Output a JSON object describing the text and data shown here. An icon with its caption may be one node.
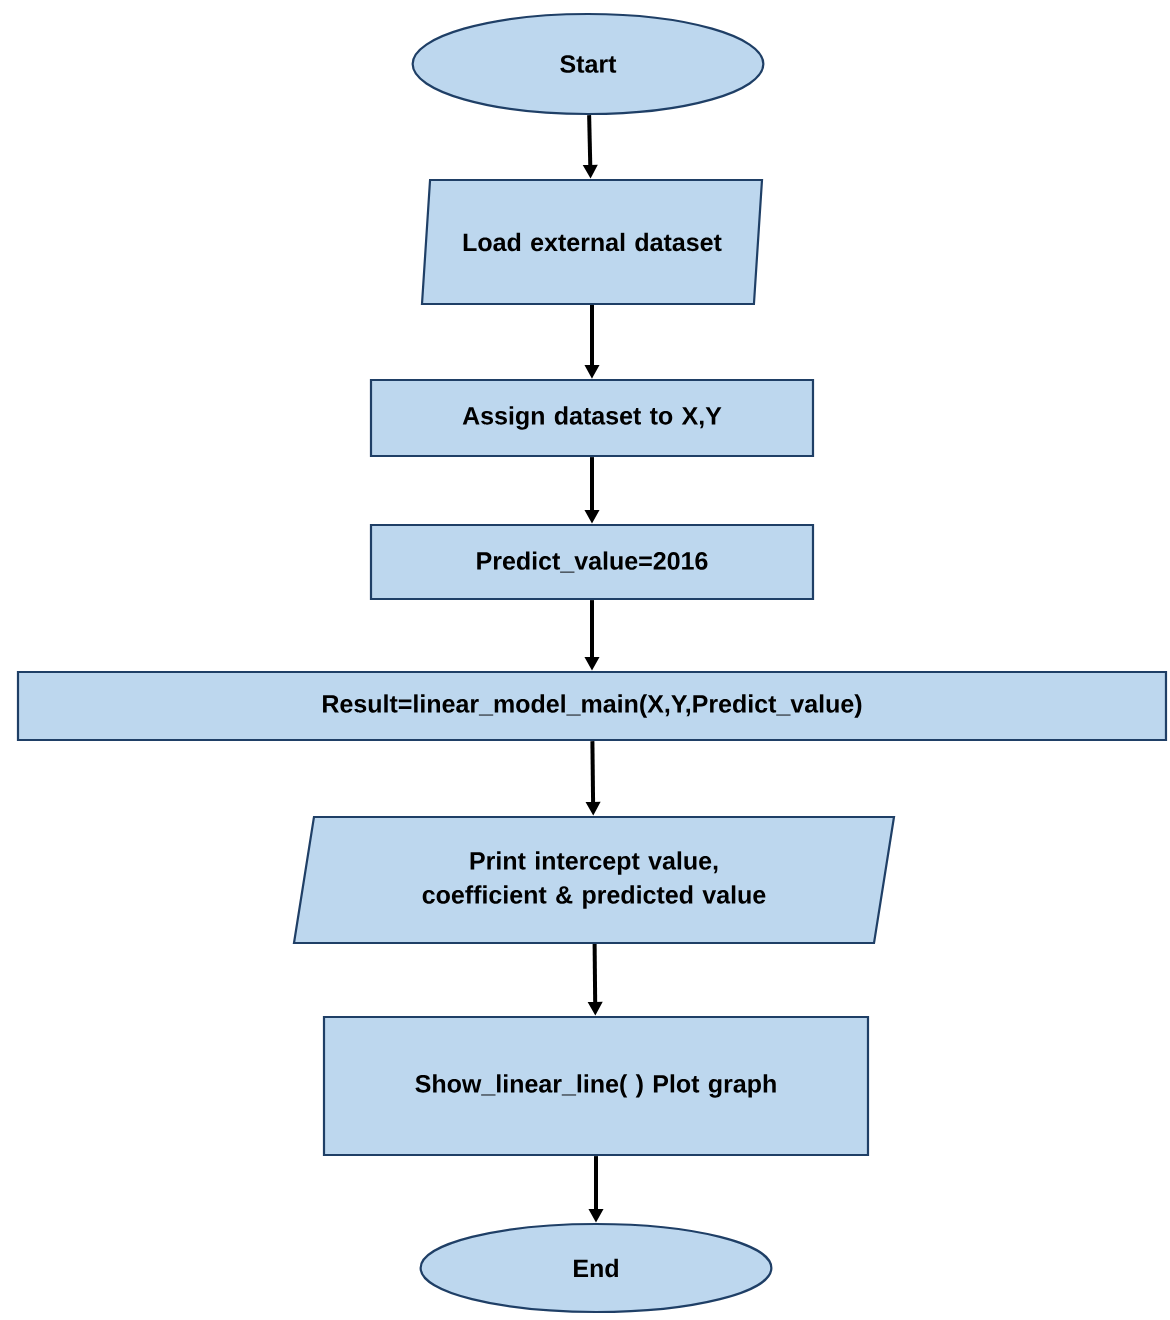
{
  "diagram": {
    "nodes": [
      {
        "text": [
          "Start"
        ]
      },
      {
        "text": [
          "Load external dataset"
        ]
      },
      {
        "text": [
          "Assign dataset to X,Y"
        ]
      },
      {
        "text": [
          "Predict_value=2016"
        ]
      },
      {
        "text": [
          "Result=linear_model_main(X,Y,Predict_value)"
        ]
      },
      {
        "text": [
          "Print intercept value, coefficient & predicted value"
        ]
      },
      {
        "text": [
          "Show_linear_line( ) Plot graph"
        ]
      },
      {
        "text": [
          "End"
        ]
      }
    ],
    "edges": [
      {
        "from": 0,
        "to": 1,
        "arrow": "to"
      },
      {
        "from": 1,
        "to": 2,
        "arrow": "to"
      },
      {
        "from": 2,
        "to": 3,
        "arrow": "to"
      },
      {
        "from": 3,
        "to": 4,
        "arrow": "to"
      },
      {
        "from": 4,
        "to": 5,
        "arrow": "to"
      },
      {
        "from": 5,
        "to": 6,
        "arrow": "to"
      },
      {
        "from": 6,
        "to": 7,
        "arrow": "to"
      }
    ]
  }
}
